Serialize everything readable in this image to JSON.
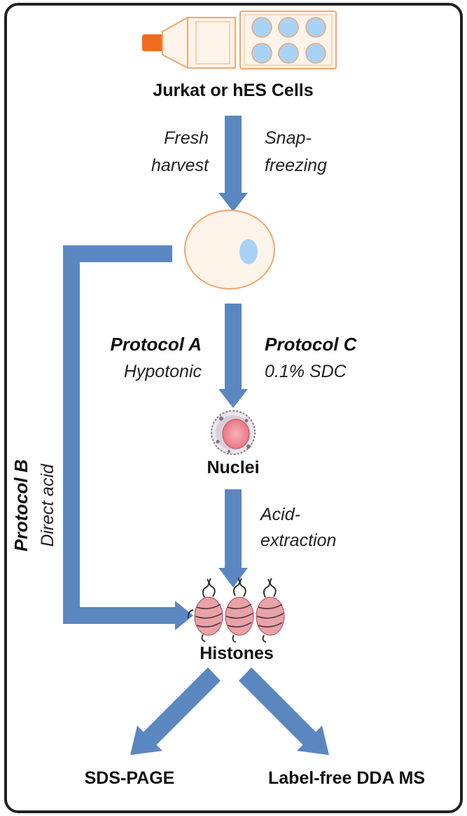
{
  "labels": {
    "source_cells": "Jurkat or hES Cells",
    "fresh_line1": "Fresh",
    "fresh_line2": "harvest",
    "snap_line1": "Snap-",
    "snap_line2": "freezing",
    "protocol_a_title": "Protocol A",
    "protocol_a_method": "Hypotonic",
    "protocol_c_title": "Protocol C",
    "protocol_c_method": "0.1% SDC",
    "protocol_b_title": "Protocol B",
    "protocol_b_method": "Direct acid",
    "nuclei": "Nuclei",
    "acid_line1": "Acid-",
    "acid_line2": "extraction",
    "histones": "Histones",
    "output_left": "SDS-PAGE",
    "output_right": "Label-free DDA MS"
  },
  "colors": {
    "arrow": "#5b87c0",
    "cell_outline": "#f2a66e",
    "cell_fill": "#fff4ea",
    "nucleus_blue": "#a9d2f7",
    "cap_orange": "#f26b1d",
    "nuclei_pink": "#e8707e",
    "histone_pink": "#e8a2a8",
    "frame": "#222222"
  },
  "icons": {
    "flask": "culture-flask-icon",
    "plate": "six-well-plate-icon",
    "cell": "cell-icon",
    "nuclei": "nucleus-icon",
    "histones": "nucleosome-icon"
  }
}
